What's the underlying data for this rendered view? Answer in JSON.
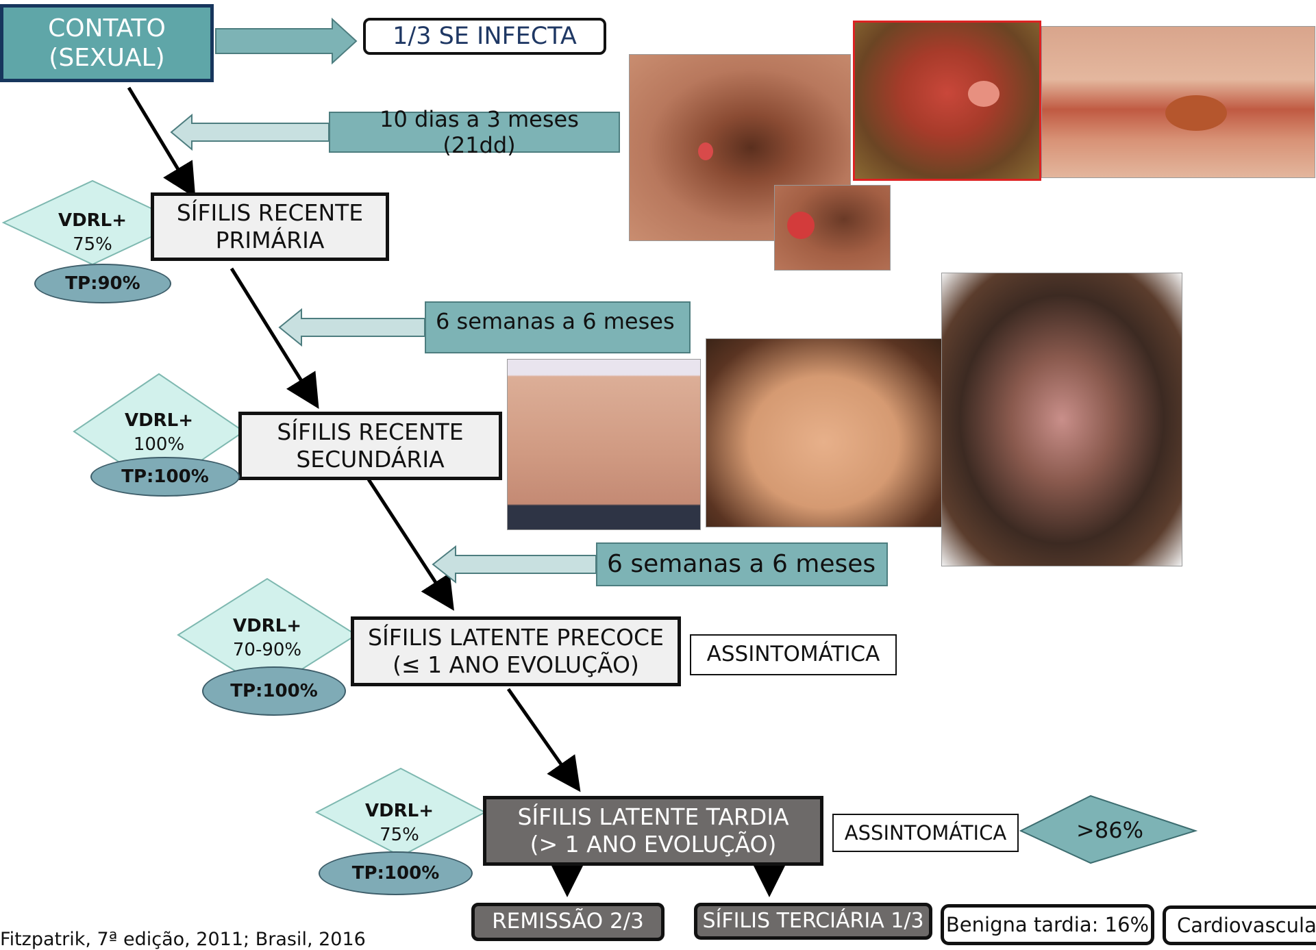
{
  "contact_box": {
    "line1": "CONTATO",
    "line2": "(SEXUAL)"
  },
  "infection_rate": "1/3 SE INFECTA",
  "intervals": {
    "incubation": "10 dias a 3 meses (21dd)",
    "to_secondary": "6 semanas a 6 meses",
    "to_latent": "6 semanas a 6 meses"
  },
  "stages": {
    "primary": {
      "line1": "SÍFILIS RECENTE",
      "line2": "PRIMÁRIA",
      "vdrl": "VDRL+",
      "vdrl_pct": "75%",
      "tp": "TP:90%"
    },
    "secondary": {
      "line1": "SÍFILIS RECENTE",
      "line2": "SECUNDÁRIA",
      "vdrl": "VDRL+",
      "vdrl_pct": "100%",
      "tp": "TP:100%"
    },
    "early_latent": {
      "line1": "SÍFILIS LATENTE PRECOCE",
      "line2": "(≤ 1 ANO EVOLUÇÃO)",
      "vdrl": "VDRL+",
      "vdrl_pct": "70-90%",
      "tp": "TP:100%",
      "note": "ASSINTOMÁTICA"
    },
    "late_latent": {
      "line1": "SÍFILIS LATENTE TARDIA",
      "line2": "(> 1 ANO EVOLUÇÃO)",
      "vdrl": "VDRL+",
      "vdrl_pct": "75%",
      "tp": "TP:100%",
      "note": "ASSINTOMÁTICA",
      "asymptomatic_pct": ">86%"
    }
  },
  "outcomes": {
    "remission": "REMISSÃO 2/3",
    "tertiary": "SÍFILIS TERCIÁRIA 1/3",
    "benign_late": "Benigna tardia: 16%",
    "cardiovascular": "Cardiovascular:"
  },
  "citation": "Fitzpatrik, 7ª edição, 2011; Brasil, 2016",
  "colors": {
    "teal": "#7db3b5",
    "diamond": "#d2f1ec",
    "ellipse": "#7fabb6",
    "dark_box": "#6d6a69",
    "contact_box": "#5fa6a8"
  }
}
